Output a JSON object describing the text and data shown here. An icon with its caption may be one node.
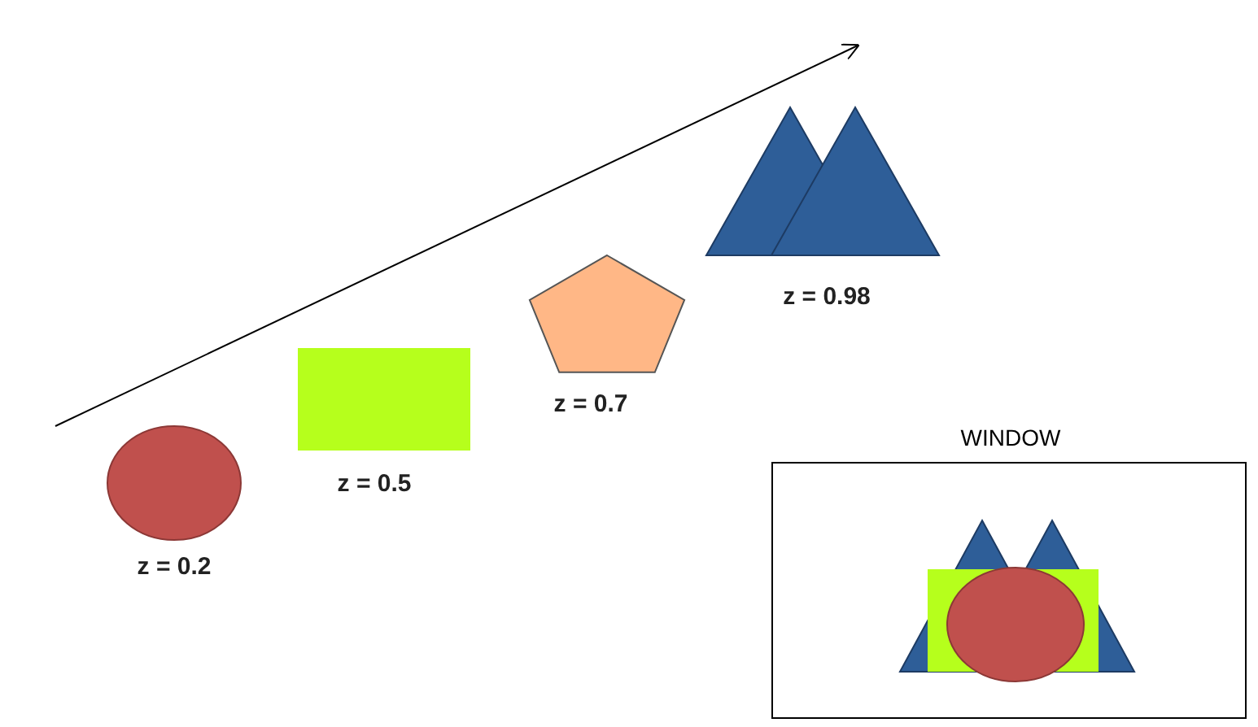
{
  "diagram": {
    "nodes": [
      {
        "text": [],
        "shape": "circle",
        "beside": [
          "z = 0.2"
        ]
      },
      {
        "text": [],
        "shape": "box",
        "beside": [
          "z = 0.5"
        ]
      },
      {
        "text": [],
        "shape": "pentagon",
        "beside": [
          "z = 0.7"
        ]
      },
      {
        "text": [],
        "shape": "triangle",
        "beside": [
          "z = 0.98"
        ]
      },
      {
        "text": [
          "WINDOW"
        ]
      },
      {
        "text": [],
        "shape": "picture",
        "in": 4
      }
    ],
    "edges": []
  }
}
